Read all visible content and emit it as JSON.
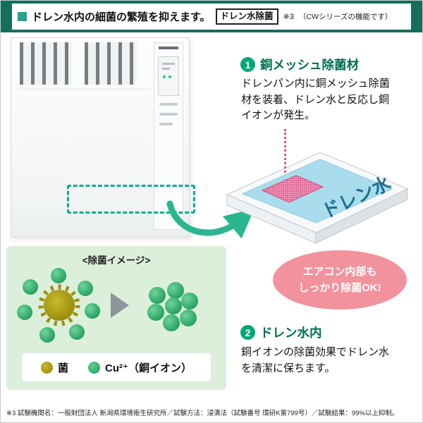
{
  "header": {
    "title": "ドレン水内の細菌の繁殖を抑えます。",
    "badge": "ドレン水除菌",
    "badge_note": "※3",
    "subtitle": "（CWシリーズの機能です）"
  },
  "step1": {
    "number": "1",
    "title": "銅メッシュ除菌材",
    "body": "ドレンパン内に銅メッシュ除菌材を装着、ドレン水と反応し銅イオンが発生。"
  },
  "tray": {
    "water_label": "ドレン水"
  },
  "sterilize_diagram": {
    "title": "<除菌イメージ>",
    "legend": [
      {
        "icon": "bacteria-dot",
        "label": "菌"
      },
      {
        "icon": "copper-ion-dot",
        "label": "Cu²⁺（銅イオン）"
      }
    ]
  },
  "bubble": {
    "line1": "エアコン内部も",
    "line2": "しっかり除菌OK!"
  },
  "step2": {
    "number": "2",
    "title": "ドレン水内",
    "body": "銅イオンの除菌効果でドレン水を清潔に保ちます。"
  },
  "footnote": "※3 試験機関名：一般財団法人 新潟県環境衛生研究所／試験方法：浸漬法（試験番号 環研K第799号）／試験結果：99%以上抑制。",
  "colors": {
    "header_bar": "#156e5c",
    "accent_green": "#00a879",
    "heading_green": "#006e4e",
    "dashed_green": "#00b08d",
    "arrow_green": "#2bb68f",
    "diagram_bg": "#dcefdb",
    "bubble_pink": "#f2929d",
    "water_blue": "#a9ddee",
    "mesh_pink": "#d94f86",
    "bacteria_olive": "#9c8f0a",
    "ion_green": "#1d9a58"
  }
}
